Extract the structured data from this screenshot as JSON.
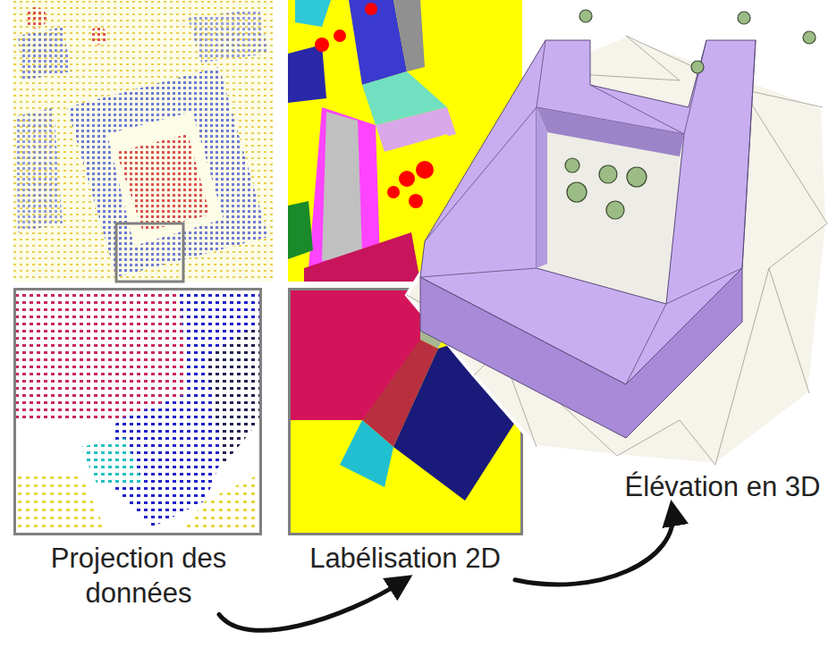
{
  "diagram": {
    "nodes": [
      {
        "text": [
          "Projection des données"
        ]
      },
      {
        "text": [
          "Labélisation 2D"
        ]
      },
      {
        "text": [
          "Élévation en 3D"
        ]
      }
    ],
    "edges": [
      {
        "from": 0,
        "to": 1,
        "arrow": "to"
      },
      {
        "from": 1,
        "to": 2,
        "arrow": "to"
      }
    ]
  }
}
